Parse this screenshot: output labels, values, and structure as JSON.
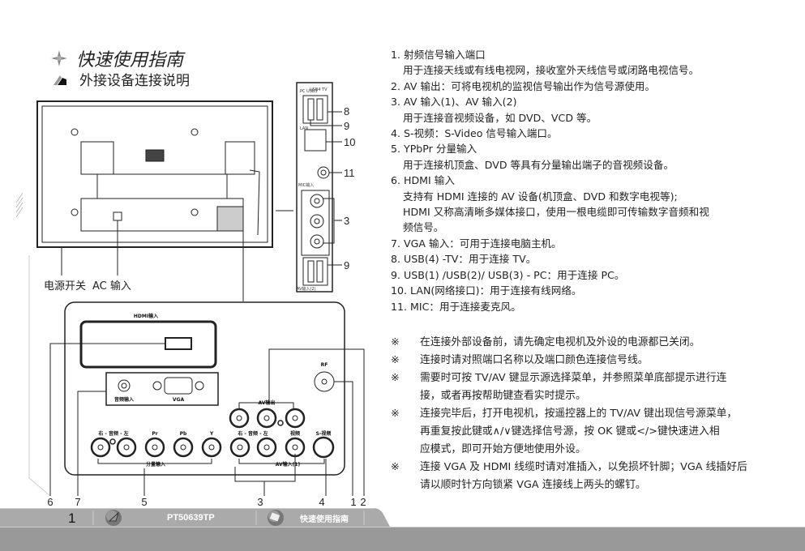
{
  "header": {
    "title": "快速使用指南",
    "subtitle": "外接设备连接说明",
    "title_icon": "four-point-star-icon",
    "subtitle_icon": "pen-nib-icon"
  },
  "diagram": {
    "power_label": "电源开关",
    "ac_label": "AC 输入",
    "hdmi_label": "HDMI输入",
    "audio_in_label": "音频输入",
    "vga_label": "VGA",
    "rf_label": "RF",
    "av_out_label": "AV输出",
    "component_audio_label": "右 - 音频 - 左",
    "pr_label": "Pr",
    "pb_label": "Pb",
    "y_label": "Y",
    "component_in_label": "分量输入",
    "av_audio_label": "右 - 音频 - 左",
    "video_label": "视频",
    "svideo_label": "S-视频",
    "av_in_label": "AV输入(1)",
    "side_usb_pc": "PC USB3",
    "side_usb_tv": "USB4 TV",
    "side_lan": "LAN",
    "side_mic": "MIC输入",
    "side_av2": "AV输入(2)",
    "side_callouts": [
      "8",
      "9",
      "10",
      "11",
      "3",
      "9"
    ],
    "bottom_callouts": [
      "6",
      "7",
      "5",
      "3",
      "4",
      "1",
      "2"
    ]
  },
  "descriptions": [
    {
      "head": "1. 射频信号输入端口",
      "body": [
        "用于连接天线或有线电视网，接收室外天线信号或闭路电视信号。"
      ]
    },
    {
      "head": "2. AV 输出：可将电视机的监视信号输出作为信号源使用。",
      "body": []
    },
    {
      "head": "3.  AV 输入(1)、AV 输入(2)",
      "body": [
        "用于连接音视频设备，如 DVD、VCD 等。"
      ]
    },
    {
      "head": "4.  S-视频：S-Video 信号输入端口。",
      "body": []
    },
    {
      "head": "5.  YPbPr 分量输入",
      "body": [
        "用于连接机顶盒、DVD 等具有分量输出端子的音视频设备。"
      ]
    },
    {
      "head": "6.  HDMI 输入",
      "body": [
        "支持有 HDMI 连接的 AV 设备(机顶盒、DVD 和数字电视等);",
        "HDMI 又称高清晰多媒体接口，使用一根电缆即可传输数字音频和视",
        "频信号。"
      ]
    },
    {
      "head": "7.  VGA 输入：可用于连接电脑主机。",
      "body": []
    },
    {
      "head": "8.  USB(4) -TV：用于连接 TV。",
      "body": []
    },
    {
      "head": "9. USB(1) /USB(2)/ USB(3) - PC：用于连接 PC。",
      "body": []
    },
    {
      "head": "10. LAN(网络接口)：用于连接有线网络。",
      "body": []
    },
    {
      "head": "11.  MIC：用于连接麦克风。",
      "body": []
    }
  ],
  "notes": {
    "marker": "※",
    "items": [
      [
        "在连接外部设备前，请先确定电视机及外设的电源都已关闭。"
      ],
      [
        "连接时请对照端口名称以及端口颜色连接信号线。"
      ],
      [
        "需要时可按 TV/AV 键显示源选择菜单，并参照菜单底部提示进行连",
        "接，或者再按帮助键查看实时提示。"
      ],
      [
        "连接完毕后，打开电视机，按遥控器上的 TV/AV 键出现信号源菜单，",
        "再重复按此键或∧/∨键选择信号源，按 OK 键或</>键快速进入相",
        "应模式，即可开始方便地使用外设。"
      ],
      [
        "连接 VGA 及 HDMI 线缆时请对准插入，以免损坏针脚；VGA 线插好后",
        "请以顺时针方向锁紧 VGA 连接线上两头的螺钉。"
      ]
    ]
  },
  "footer": {
    "page_number": "1",
    "model": "PT50639TP",
    "section": "快速使用指南",
    "model_icon": "leaf-disc-icon",
    "section_icon": "book-disc-icon"
  }
}
